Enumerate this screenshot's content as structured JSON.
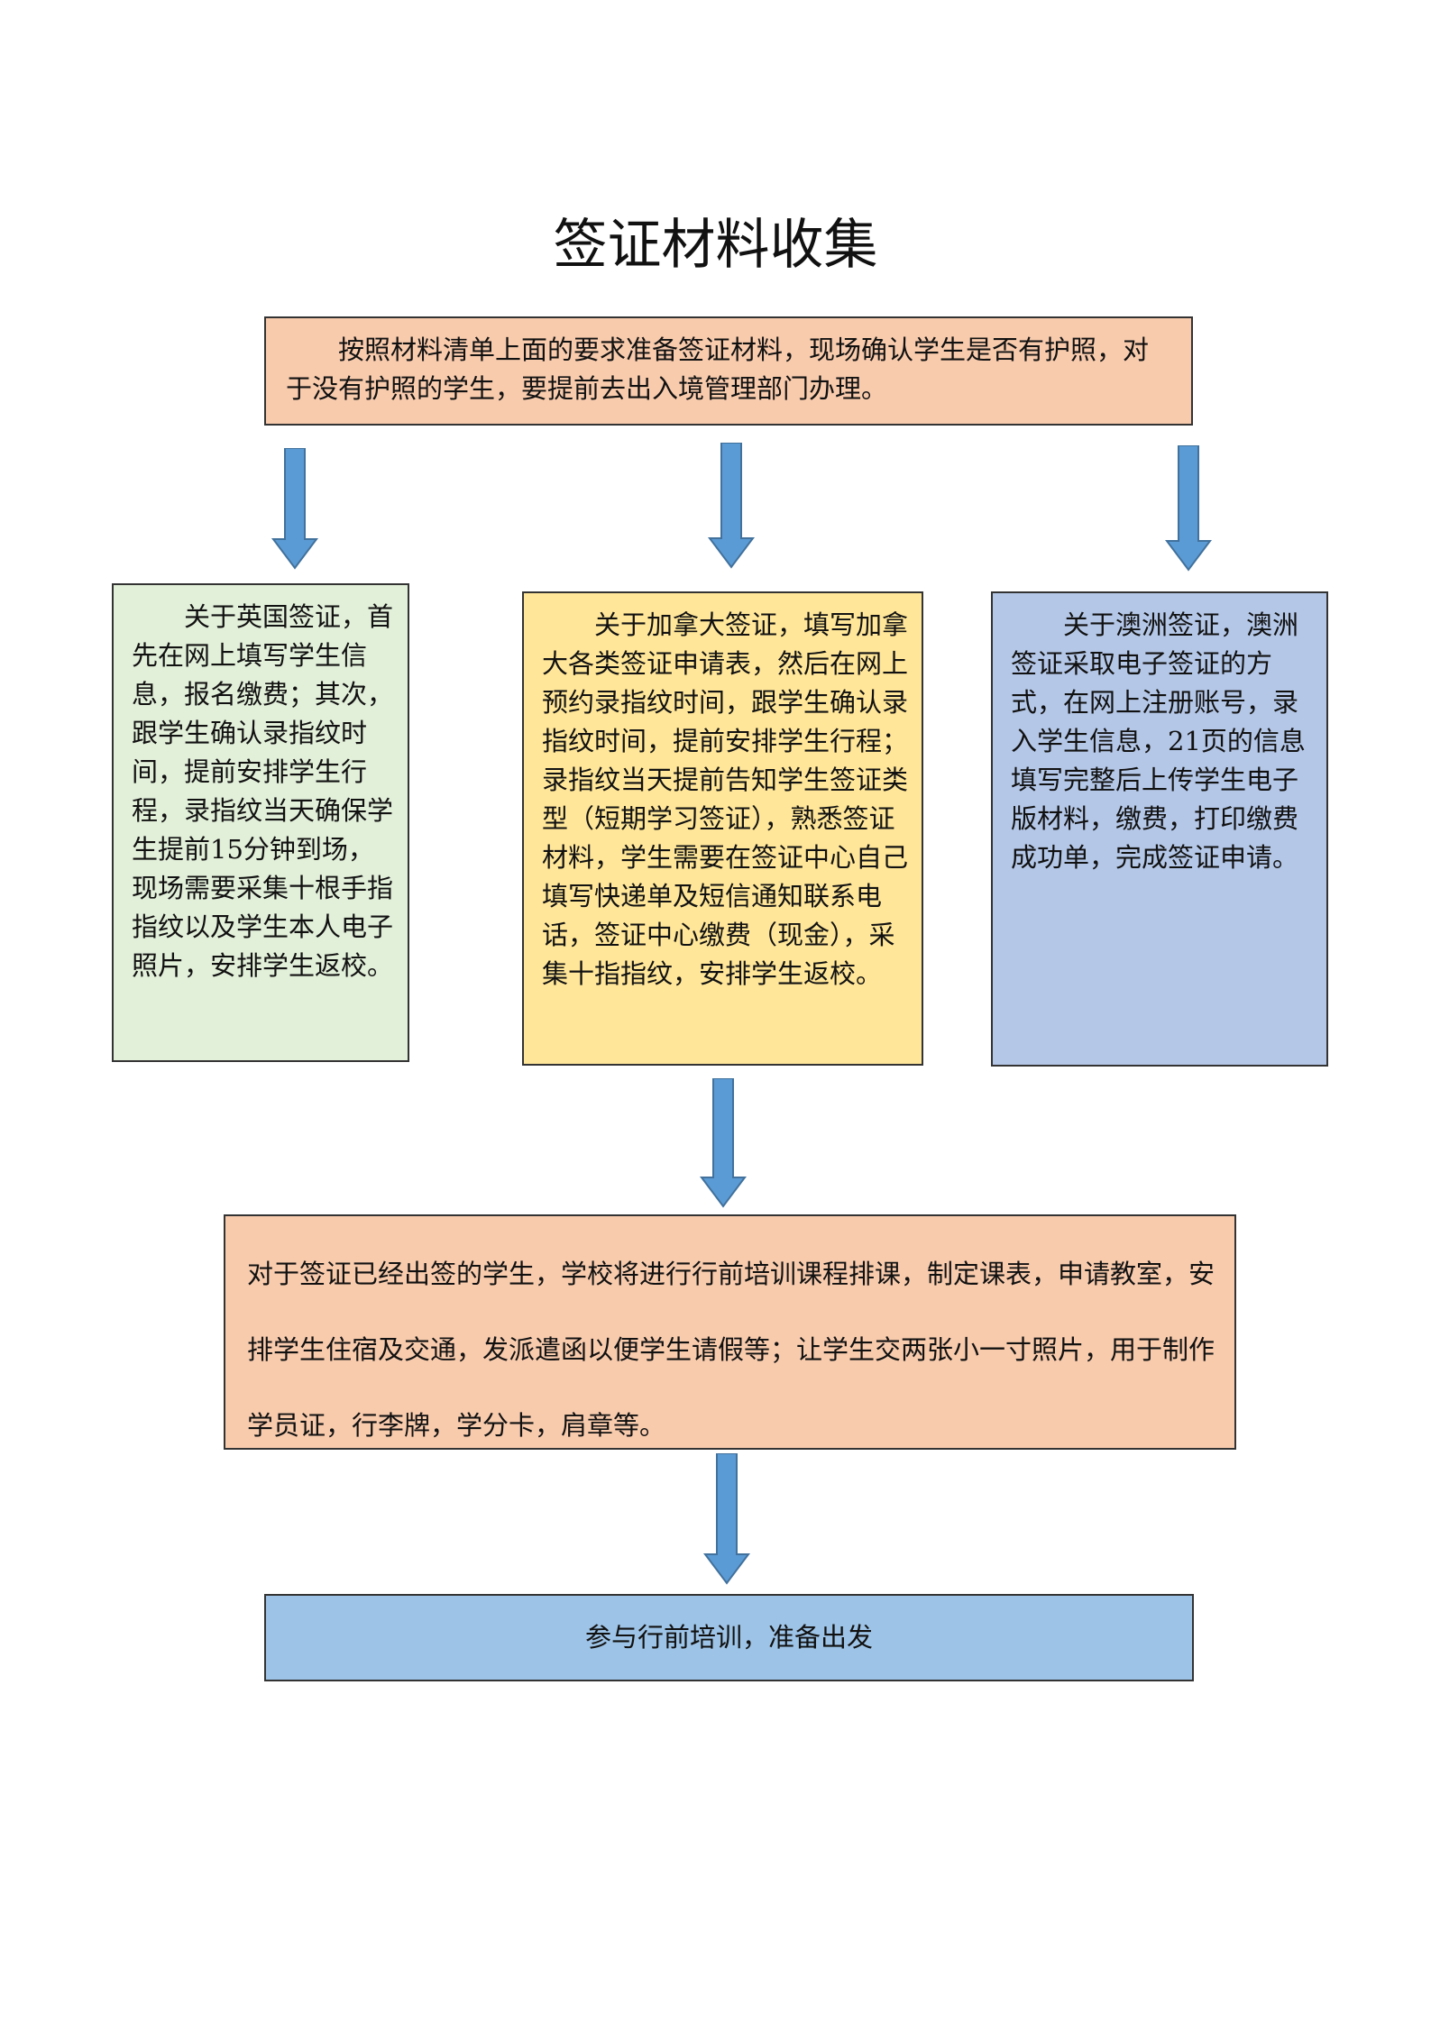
{
  "title": "签证材料收集",
  "steps": {
    "prepare": "按照材料清单上面的要求准备签证材料，现场确认学生是否有护照，对于没有护照的学生，要提前去出入境管理部门办理。",
    "uk": "关于英国签证，首先在网上填写学生信息，报名缴费；其次，跟学生确认录指纹时间，提前安排学生行程，录指纹当天确保学生提前15分钟到场，现场需要采集十根手指指纹以及学生本人电子照片，安排学生返校。",
    "canada": "关于加拿大签证，填写加拿大各类签证申请表，然后在网上预约录指纹时间，跟学生确认录指纹时间，提前安排学生行程；录指纹当天提前告知学生签证类型（短期学习签证），熟悉签证材料，学生需要在签证中心自己填写快递单及短信通知联系电话，签证中心缴费（现金），采集十指指纹，安排学生返校。",
    "australia": "关于澳洲签证，澳洲签证采取电子签证的方式，在网上注册账号，录入学生信息，21页的信息填写完整后上传学生电子版材料，缴费，打印缴费成功单，完成签证申请。",
    "training": "对于签证已经出签的学生，学校将进行行前培训课程排课，制定课表，申请教室，安排学生住宿及交通，发派遣函以便学生请假等；让学生交两张小一寸照片，用于制作学员证，行李牌，学分卡，肩章等。",
    "final": "参与行前培训，准备出发"
  },
  "colors": {
    "prepare": "#f8cbad",
    "uk": "#e2efd9",
    "canada": "#ffe699",
    "australia": "#b4c7e7",
    "training": "#f8cbad",
    "final": "#9dc3e6",
    "arrow_fill": "#5b9bd5",
    "arrow_stroke": "#41719c"
  }
}
